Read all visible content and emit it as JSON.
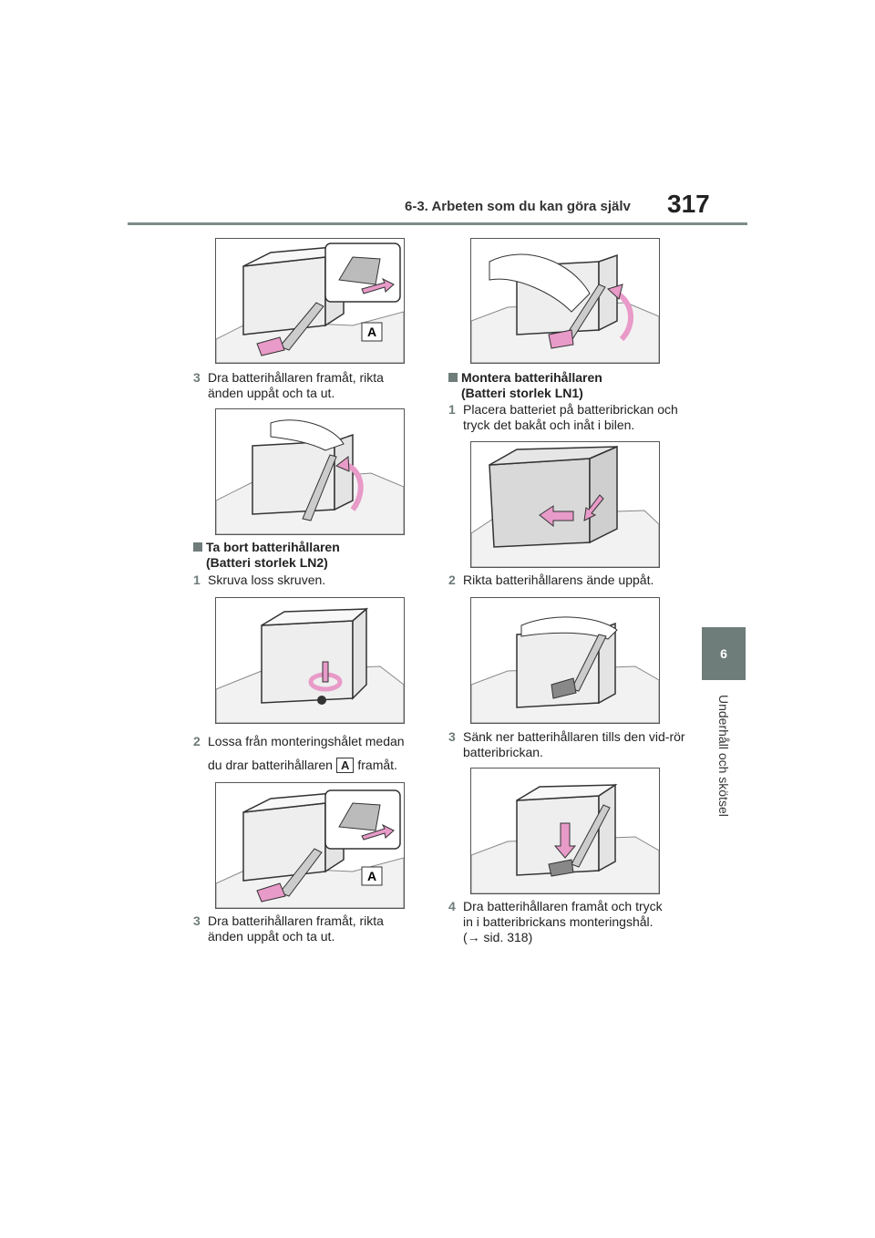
{
  "header": {
    "section_title": "6-3. Arbeten som du kan göra själv",
    "page_number": "317"
  },
  "chapter": {
    "number": "6",
    "label": "Underhåll och skötsel"
  },
  "callout_label": "A",
  "left_column": {
    "step_3a": {
      "num": "3",
      "text": "Dra batterihållaren framåt, rikta änden uppåt och ta ut."
    },
    "heading_ln2": {
      "line1": "Ta bort batterihållaren",
      "line2": "(Batteri storlek LN2)"
    },
    "step_1": {
      "num": "1",
      "text": "Skruva loss skruven."
    },
    "step_2": {
      "num": "2",
      "text_line1": "Lossa från monteringshålet medan",
      "text_before": "du drar batterihållaren",
      "text_after": "framåt."
    },
    "step_3b": {
      "num": "3",
      "text": "Dra batterihållaren framåt, rikta änden uppåt och ta ut."
    }
  },
  "right_column": {
    "heading_ln1": {
      "line1": "Montera batterihållaren",
      "line2": "(Batteri storlek LN1)"
    },
    "step_1": {
      "num": "1",
      "text": "Placera batteriet på batteribrickan och tryck det bakåt och inåt i bilen."
    },
    "step_2": {
      "num": "2",
      "text": "Rikta batterihållarens ände uppåt."
    },
    "step_3": {
      "num": "3",
      "text": "Sänk ner batterihållaren tills den vid-rör batteribrickan."
    },
    "step_4": {
      "num": "4",
      "line1": "Dra batterihållaren framåt och tryck",
      "line2": "in i batteribrickans monteringshål.",
      "line3": "(→ sid. 318)"
    }
  },
  "colors": {
    "accent": "#6e7c7a",
    "arrow": "#e89ac8",
    "battery_fill": "#d9d9d9"
  }
}
